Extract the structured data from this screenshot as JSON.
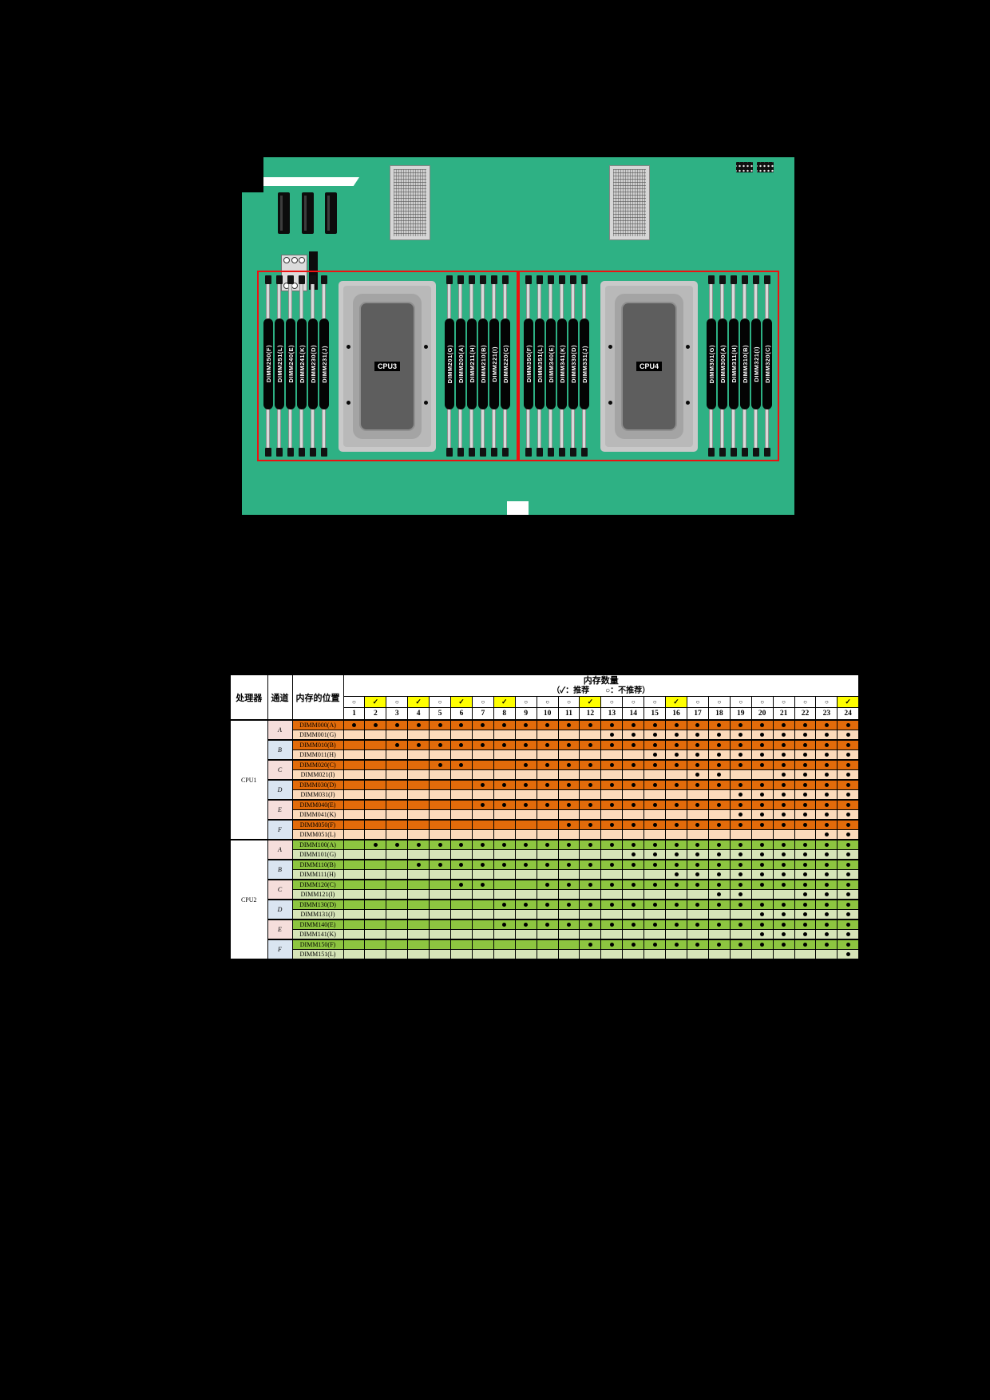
{
  "board": {
    "color": "#2eb184",
    "highlight_color": "#ee1111",
    "cpu_sockets": [
      {
        "label": "CPU3"
      },
      {
        "label": "CPU4"
      }
    ],
    "dimm_groups": [
      {
        "slots": [
          "DIMM250(F)",
          "DIMM251(L)",
          "DIMM240(E)",
          "DIMM241(K)",
          "DIMM230(D)",
          "DIMM231(J)"
        ]
      },
      {
        "slots": [
          "DIMM201(G)",
          "DIMM200(A)",
          "DIMM211(H)",
          "DIMM210(B)",
          "DIMM221(I)",
          "DIMM220(C)"
        ]
      },
      {
        "slots": [
          "DIMM350(F)",
          "DIMM351(L)",
          "DIMM340(E)",
          "DIMM341(K)",
          "DIMM330(D)",
          "DIMM331(J)"
        ]
      },
      {
        "slots": [
          "DIMM301(G)",
          "DIMM300(A)",
          "DIMM311(H)",
          "DIMM310(B)",
          "DIMM321(I)",
          "DIMM320(C)"
        ]
      }
    ]
  },
  "table": {
    "header": {
      "processor": "处理器",
      "channel": "通道",
      "position": "内存的位置",
      "qty_title": "内存数量",
      "qty_legend": "（✓：推荐　　○：不推荐）"
    },
    "recommended_mark": "✓",
    "not_recommended_mark": "○",
    "columns": [
      {
        "num": 1,
        "recommended": false
      },
      {
        "num": 2,
        "recommended": true
      },
      {
        "num": 3,
        "recommended": false
      },
      {
        "num": 4,
        "recommended": true
      },
      {
        "num": 5,
        "recommended": false
      },
      {
        "num": 6,
        "recommended": true
      },
      {
        "num": 7,
        "recommended": false
      },
      {
        "num": 8,
        "recommended": true
      },
      {
        "num": 9,
        "recommended": false
      },
      {
        "num": 10,
        "recommended": false
      },
      {
        "num": 11,
        "recommended": false
      },
      {
        "num": 12,
        "recommended": true
      },
      {
        "num": 13,
        "recommended": false
      },
      {
        "num": 14,
        "recommended": false
      },
      {
        "num": 15,
        "recommended": false
      },
      {
        "num": 16,
        "recommended": true
      },
      {
        "num": 17,
        "recommended": false
      },
      {
        "num": 18,
        "recommended": false
      },
      {
        "num": 19,
        "recommended": false
      },
      {
        "num": 20,
        "recommended": false
      },
      {
        "num": 21,
        "recommended": false
      },
      {
        "num": 22,
        "recommended": false
      },
      {
        "num": 23,
        "recommended": false
      },
      {
        "num": 24,
        "recommended": true
      }
    ],
    "cpus": [
      {
        "name": "CPU1",
        "theme": "orange",
        "channels": [
          {
            "letter": "A",
            "rows": [
              {
                "label": "DIMM000(A)",
                "dots": [
                  1,
                  2,
                  3,
                  4,
                  5,
                  6,
                  7,
                  8,
                  9,
                  10,
                  11,
                  12,
                  13,
                  14,
                  15,
                  16,
                  17,
                  18,
                  19,
                  20,
                  21,
                  22,
                  23,
                  24
                ]
              },
              {
                "label": "DIMM001(G)",
                "dots": [
                  13,
                  14,
                  15,
                  16,
                  17,
                  18,
                  19,
                  20,
                  21,
                  22,
                  23,
                  24
                ]
              }
            ]
          },
          {
            "letter": "B",
            "rows": [
              {
                "label": "DIMM010(B)",
                "dots": [
                  3,
                  4,
                  5,
                  6,
                  7,
                  8,
                  9,
                  10,
                  11,
                  12,
                  13,
                  14,
                  15,
                  16,
                  17,
                  18,
                  19,
                  20,
                  21,
                  22,
                  23,
                  24
                ]
              },
              {
                "label": "DIMM011(H)",
                "dots": [
                  15,
                  16,
                  17,
                  18,
                  19,
                  20,
                  21,
                  22,
                  23,
                  24
                ]
              }
            ]
          },
          {
            "letter": "C",
            "rows": [
              {
                "label": "DIMM020(C)",
                "dots": [
                  5,
                  6,
                  9,
                  10,
                  11,
                  12,
                  13,
                  14,
                  15,
                  16,
                  17,
                  18,
                  19,
                  20,
                  21,
                  22,
                  23,
                  24
                ]
              },
              {
                "label": "DIMM021(I)",
                "dots": [
                  17,
                  18,
                  21,
                  22,
                  23,
                  24
                ]
              }
            ]
          },
          {
            "letter": "D",
            "rows": [
              {
                "label": "DIMM030(D)",
                "dots": [
                  7,
                  8,
                  9,
                  10,
                  11,
                  12,
                  13,
                  14,
                  15,
                  16,
                  17,
                  18,
                  19,
                  20,
                  21,
                  22,
                  23,
                  24
                ]
              },
              {
                "label": "DIMM031(J)",
                "dots": [
                  19,
                  20,
                  21,
                  22,
                  23,
                  24
                ]
              }
            ]
          },
          {
            "letter": "E",
            "rows": [
              {
                "label": "DIMM040(E)",
                "dots": [
                  7,
                  8,
                  9,
                  10,
                  11,
                  12,
                  13,
                  14,
                  15,
                  16,
                  17,
                  18,
                  19,
                  20,
                  21,
                  22,
                  23,
                  24
                ]
              },
              {
                "label": "DIMM041(K)",
                "dots": [
                  19,
                  20,
                  21,
                  22,
                  23,
                  24
                ]
              }
            ]
          },
          {
            "letter": "F",
            "rows": [
              {
                "label": "DIMM050(F)",
                "dots": [
                  11,
                  12,
                  13,
                  14,
                  15,
                  16,
                  17,
                  18,
                  19,
                  20,
                  21,
                  22,
                  23,
                  24
                ]
              },
              {
                "label": "DIMM051(L)",
                "dots": [
                  23,
                  24
                ]
              }
            ]
          }
        ]
      },
      {
        "name": "CPU2",
        "theme": "green",
        "channels": [
          {
            "letter": "A",
            "rows": [
              {
                "label": "DIMM100(A)",
                "dots": [
                  2,
                  3,
                  4,
                  5,
                  6,
                  7,
                  8,
                  9,
                  10,
                  11,
                  12,
                  13,
                  14,
                  15,
                  16,
                  17,
                  18,
                  19,
                  20,
                  21,
                  22,
                  23,
                  24
                ]
              },
              {
                "label": "DIMM101(G)",
                "dots": [
                  14,
                  15,
                  16,
                  17,
                  18,
                  19,
                  20,
                  21,
                  22,
                  23,
                  24
                ]
              }
            ]
          },
          {
            "letter": "B",
            "rows": [
              {
                "label": "DIMM110(B)",
                "dots": [
                  4,
                  5,
                  6,
                  7,
                  8,
                  9,
                  10,
                  11,
                  12,
                  13,
                  14,
                  15,
                  16,
                  17,
                  18,
                  19,
                  20,
                  21,
                  22,
                  23,
                  24
                ]
              },
              {
                "label": "DIMM111(H)",
                "dots": [
                  16,
                  17,
                  18,
                  19,
                  20,
                  21,
                  22,
                  23,
                  24
                ]
              }
            ]
          },
          {
            "letter": "C",
            "rows": [
              {
                "label": "DIMM120(C)",
                "dots": [
                  6,
                  7,
                  10,
                  11,
                  12,
                  13,
                  14,
                  15,
                  16,
                  17,
                  18,
                  19,
                  20,
                  21,
                  22,
                  23,
                  24
                ]
              },
              {
                "label": "DIMM121(I)",
                "dots": [
                  18,
                  19,
                  22,
                  23,
                  24
                ]
              }
            ]
          },
          {
            "letter": "D",
            "rows": [
              {
                "label": "DIMM130(D)",
                "dots": [
                  8,
                  9,
                  10,
                  11,
                  12,
                  13,
                  14,
                  15,
                  16,
                  17,
                  18,
                  19,
                  20,
                  21,
                  22,
                  23,
                  24
                ]
              },
              {
                "label": "DIMM131(J)",
                "dots": [
                  20,
                  21,
                  22,
                  23,
                  24
                ]
              }
            ]
          },
          {
            "letter": "E",
            "rows": [
              {
                "label": "DIMM140(E)",
                "dots": [
                  8,
                  9,
                  10,
                  11,
                  12,
                  13,
                  14,
                  15,
                  16,
                  17,
                  18,
                  19,
                  20,
                  21,
                  22,
                  23,
                  24
                ]
              },
              {
                "label": "DIMM141(K)",
                "dots": [
                  20,
                  21,
                  22,
                  23,
                  24
                ]
              }
            ]
          },
          {
            "letter": "F",
            "rows": [
              {
                "label": "DIMM150(F)",
                "dots": [
                  12,
                  13,
                  14,
                  15,
                  16,
                  17,
                  18,
                  19,
                  20,
                  21,
                  22,
                  23,
                  24
                ]
              },
              {
                "label": "DIMM151(L)",
                "dots": [
                  24
                ]
              }
            ]
          }
        ]
      }
    ]
  }
}
